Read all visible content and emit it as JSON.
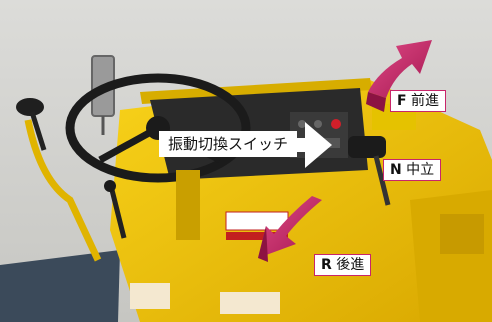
{
  "labels": {
    "switch": "振動切換スイッチ",
    "forward_letter": "F",
    "forward_text": "前進",
    "neutral_letter": "N",
    "neutral_text": "中立",
    "reverse_letter": "R",
    "reverse_text": "後進"
  },
  "colors": {
    "machine_yellow": "#f2c400",
    "arrow_magenta": "#c8256a",
    "label_border": "#c8256a"
  }
}
